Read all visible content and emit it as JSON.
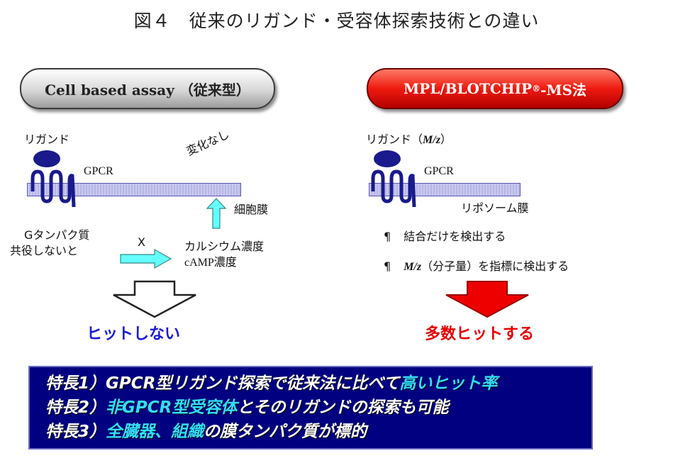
{
  "title": "図４　従来のリガンド・受容体探索技術との違い",
  "left": {
    "pill": "Cell based assay （従来型）",
    "ligand": "リガンド",
    "gpcr": "GPCR",
    "no_change": "変化なし",
    "cell_membrane": "細胞膜",
    "g_protein_line1": "Gタンパク質",
    "g_protein_line2": "共役しないと",
    "x_mark": "X",
    "calcium": "カルシウム濃度",
    "camp": "cAMP濃度",
    "result": "ヒットしない"
  },
  "right": {
    "pill_main": "MPL/BLOTCHIP",
    "pill_reg": "®",
    "pill_tail": "-MS法",
    "ligand_prefix": "リガンド（",
    "ligand_mz": "M/z",
    "ligand_suffix": "）",
    "gpcr": "GPCR",
    "liposome": "リポソーム膜",
    "bullet_symbol": "¶",
    "bullet1": "結合だけを検出する",
    "bullet2_mz": "M/z",
    "bullet2_text": "（分子量）を指標に検出する",
    "result": "多数ヒットする"
  },
  "features": [
    {
      "label": "特長1）",
      "normal": "GPCR型リガンド探索で従来法に比べて",
      "highlight": "高いヒット率",
      "tail": ""
    },
    {
      "label": "特長2）",
      "normal": "",
      "highlight": "非GPCR型受容体",
      "tail": "とそのリガンドの探索も可能"
    },
    {
      "label": "特長3）",
      "normal": "",
      "highlight": "全臓器、組織",
      "tail": "の膜タンパク質が標的"
    }
  ],
  "colors": {
    "receptor": "#1a1a8c",
    "membrane": "#c2c2ee",
    "cyan_arrow": "#66ffff",
    "hit_no": "#1a1ad8",
    "hit_yes": "#e60000",
    "feature_box": "#000080",
    "feature_highlight": "#33ddff"
  }
}
